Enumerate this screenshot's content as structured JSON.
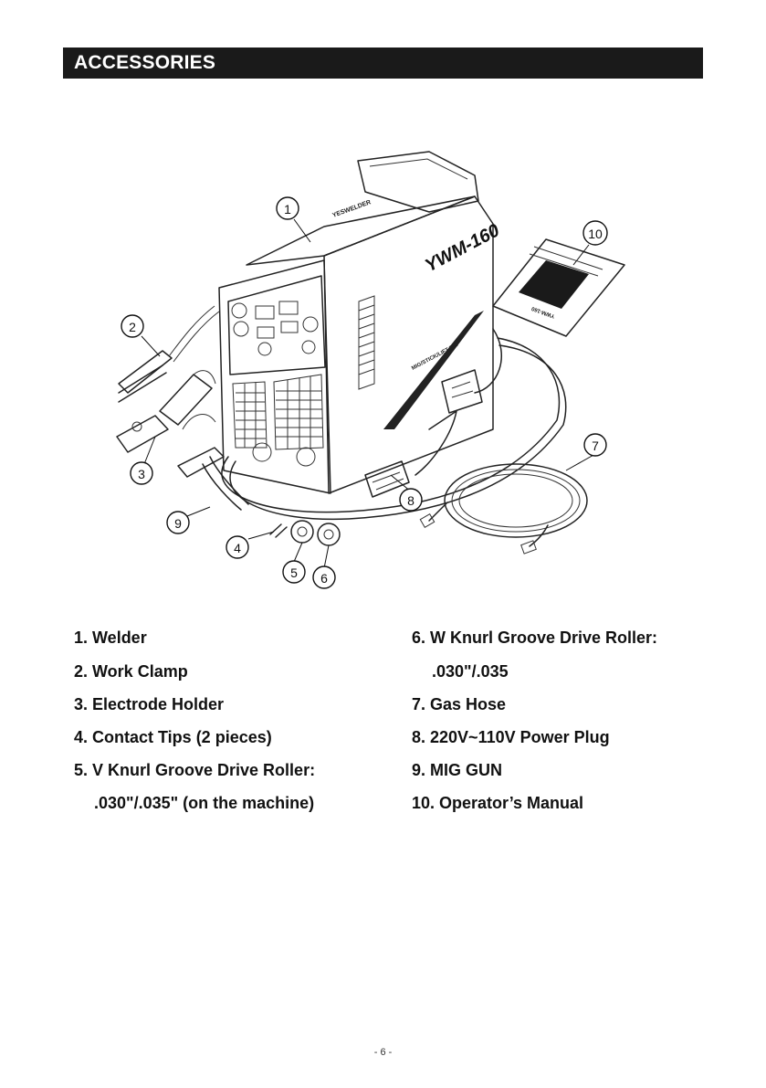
{
  "header": {
    "title": "ACCESSORIES"
  },
  "illustration": {
    "brand": "YESWELDER",
    "model": "YWM-160",
    "mode_label": "MIG/STICK/LIFT TIG",
    "manual_cover": "YWM-160",
    "callouts": [
      "1",
      "2",
      "3",
      "4",
      "5",
      "6",
      "7",
      "8",
      "9",
      "10"
    ]
  },
  "accessories": [
    "1. Welder",
    "2. Work Clamp",
    "3. Electrode Holder",
    "4. Contact Tips (2 pieces)",
    "5. V Knurl Groove Drive Roller:",
    ".030\"/.035\" (on the machine)",
    "6. W Knurl Groove Drive Roller:",
    ".030\"/.035",
    "7. Gas Hose",
    "8. 220V~110V Power Plug",
    "9. MIG GUN",
    "10. Operator’s Manual"
  ],
  "footer": {
    "page_number": "- 6 -"
  }
}
